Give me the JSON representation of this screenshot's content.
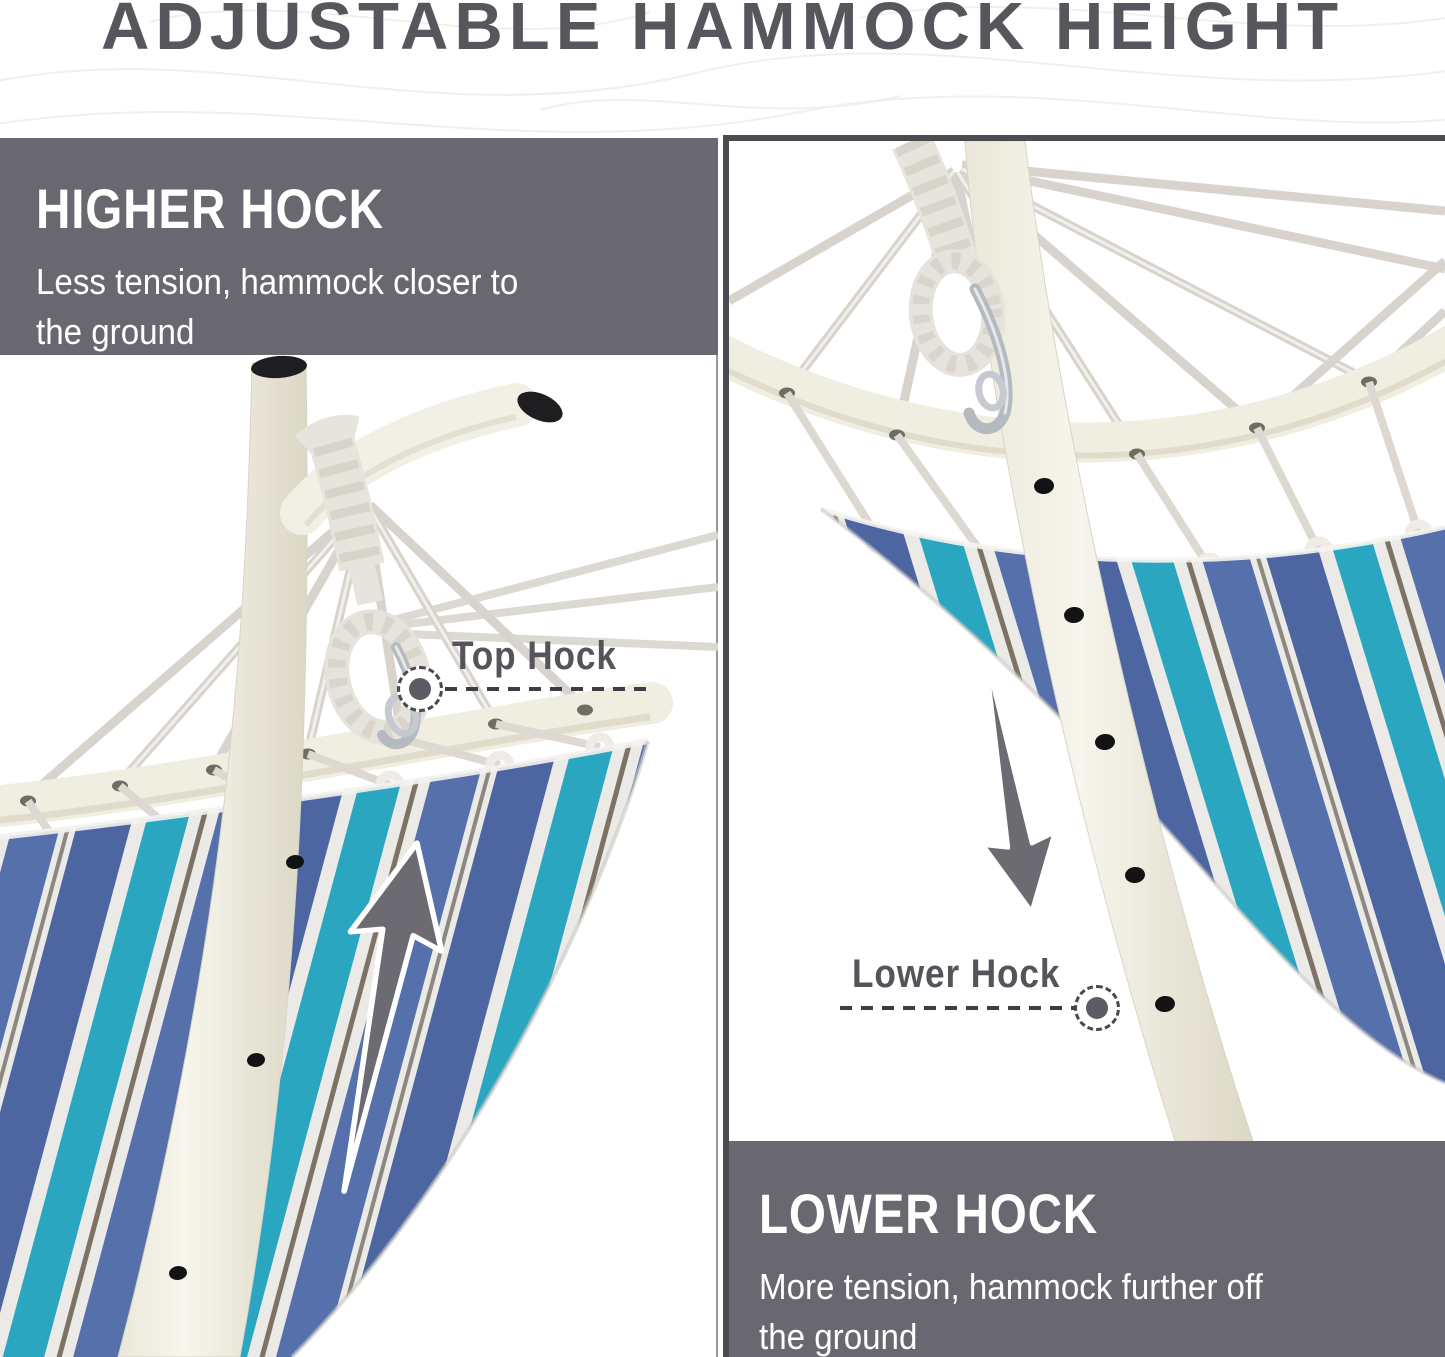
{
  "title": "ADJUSTABLE HAMMOCK HEIGHT",
  "left_panel": {
    "heading": "HIGHER HOCK",
    "description": "Less tension, hammock closer to the ground",
    "annotation_label": "Top Hock"
  },
  "right_panel": {
    "heading": "LOWER HOCK",
    "description": "More tension, hammock further off the ground",
    "annotation_label": "Lower Hock"
  },
  "icons": {
    "up_arrow": "up-arrow-icon",
    "down_arrow": "down-arrow-icon",
    "top_hock_marker": "dashed-circle-target-icon",
    "lower_hock_marker": "dashed-circle-target-icon"
  },
  "colors": {
    "title_text": "#57565C",
    "info_box_bg": "#696770",
    "info_box_text": "#FFFFFF",
    "panel_border": "#4B4B51",
    "divider_line": "#97969B",
    "annotation_text": "#55545B",
    "dashed_line": "#3E3D43",
    "arrow_fill": "#6C6B72",
    "fabric_navy": "#4D66A2",
    "fabric_navy_light": "#5570AA",
    "fabric_teal": "#2AA6C0",
    "fabric_cream": "#ECEAE6",
    "fabric_brown": "#7D7263",
    "pole_cream": "#F3F1E6",
    "rope_cream": "#DCD8D2",
    "pole_cap_black": "#1E1E21"
  }
}
